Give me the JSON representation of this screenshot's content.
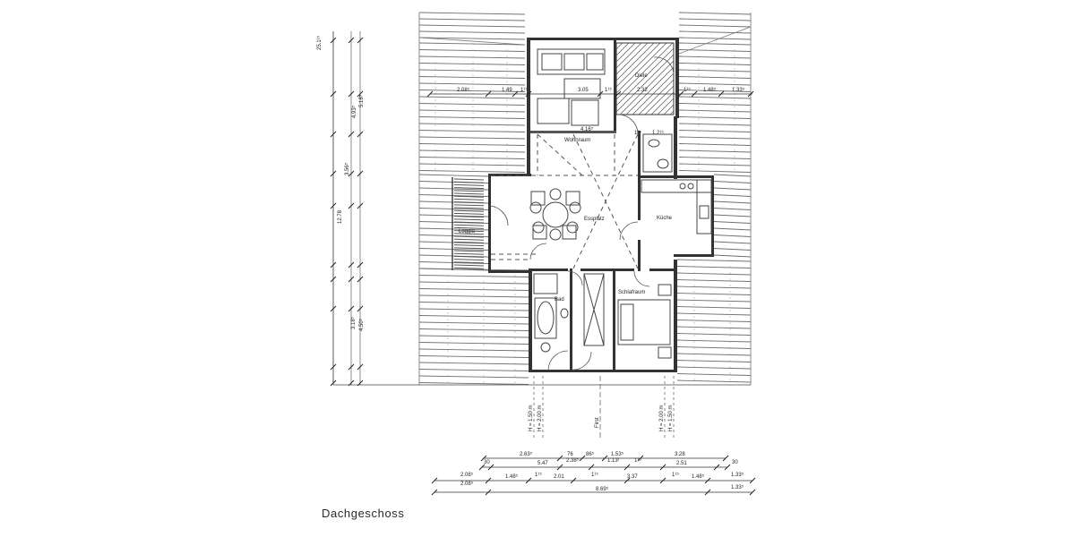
{
  "plan": {
    "rooms": {
      "wohnraum": "Wohnraum",
      "diele": "Diele",
      "essplatz": "Essplatz",
      "kueche": "Küche",
      "loggia": "Loggia",
      "bad": "Bad",
      "schlafraum": "Schlafraum"
    },
    "labels": {
      "first": "First"
    },
    "dims": {
      "h_top": [
        "2.08⁵",
        "1.49",
        "1¹⁵",
        "3.05",
        "1¹⁵",
        "2.32",
        "1¹⁵",
        "1.48⁵",
        "1.33⁵"
      ],
      "wohn_depth": "4.16⁵",
      "wc": [
        "1¹⁵",
        "1.2¹⁵"
      ],
      "bottom_row1": [
        "2.63⁵",
        "76",
        "86⁵",
        "1.53⁵",
        "3.28"
      ],
      "bottom_row2": [
        "30",
        "5.47",
        "2.38⁵",
        "1.13¹",
        "1¹⁵",
        "2.51",
        "30"
      ],
      "bottom_row3": [
        "2.08⁵",
        "1.48⁵",
        "1¹⁵",
        "2.01",
        "1¹⁵",
        "3.37",
        "1¹⁵",
        "1.48⁵",
        "1.33⁵"
      ],
      "bottom_row4": [
        "2.08⁵",
        "8.69⁵",
        "1.33⁵"
      ],
      "left": [
        "25.1¹⁵",
        "4.93⁵",
        "5.18⁵",
        "3.56⁵",
        "12.78",
        "3.18⁵",
        "4.50⁵"
      ],
      "h_marks": [
        "H = 1.50 m",
        "H = 2.00 m",
        "H = 2.00 m",
        "H = 1.50 m"
      ]
    }
  },
  "caption": "Dachgeschoss"
}
